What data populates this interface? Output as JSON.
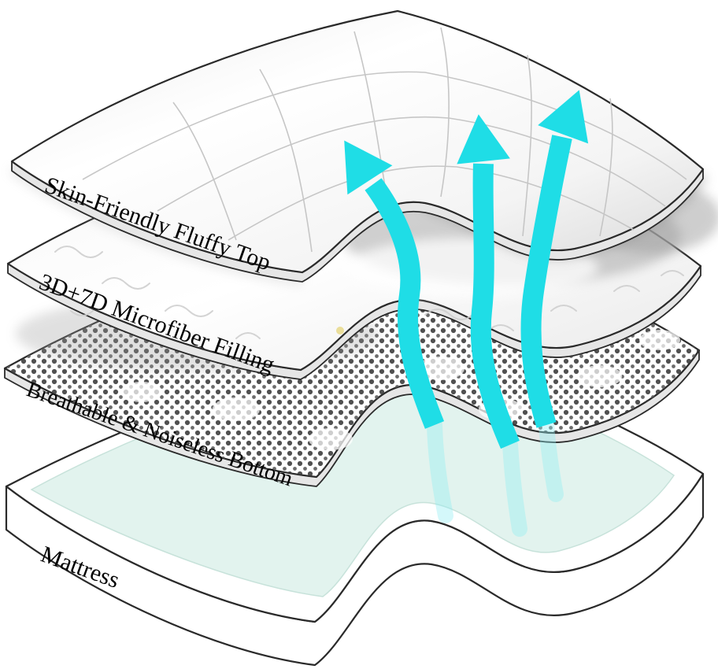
{
  "diagram": {
    "layers": [
      {
        "id": "top",
        "label": "Skin-Friendly Fluffy Top"
      },
      {
        "id": "filling",
        "label": "3D+7D Microfiber Filling"
      },
      {
        "id": "bottom",
        "label": "Breathable & Noiseless Bottom"
      },
      {
        "id": "mattress",
        "label": "Mattress"
      }
    ],
    "colors": {
      "arrow": "#1fdde6",
      "arrow_faded": "#8feef3",
      "outline": "#2a2a2a",
      "mattress_top": "#e2f3ee",
      "dots": "#3d3d3d",
      "label_text": "#000000"
    },
    "arrows": {
      "count": 3,
      "icon": "airflow-up-arrow-icon"
    }
  }
}
